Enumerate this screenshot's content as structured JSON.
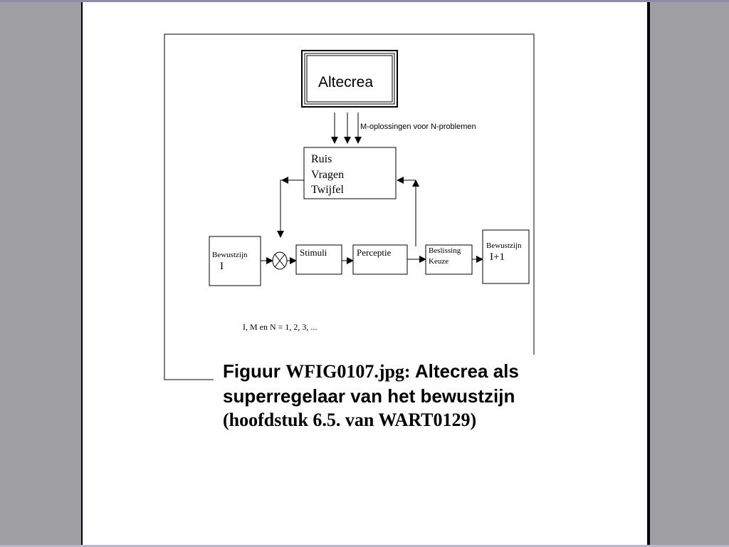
{
  "viewer": {
    "background_color": "#9f9ea3",
    "page_color": "#ffffff"
  },
  "diagram": {
    "top_box": {
      "label": "Altecrea"
    },
    "arrow_label": "M-oplossingen voor N-problemen",
    "disturbance_box": {
      "lines": [
        "Ruis",
        "Vragen",
        "Twijfel"
      ]
    },
    "start_box": {
      "title": "Bewustzijn",
      "index": "I"
    },
    "mixer": {
      "symbol": "circle-cross"
    },
    "stimuli_box": {
      "label": "Stimuli"
    },
    "perception_box": {
      "label": "Perceptie"
    },
    "decision_box": {
      "lines": [
        "Beslissing",
        "Keuze"
      ]
    },
    "end_box": {
      "title": "Bewustzijn",
      "index": "I+1"
    },
    "note": "I, M en N = 1, 2, 3, ..."
  },
  "caption": {
    "line1_prefix": "Figuur ",
    "line1_code": "WFIG0107.jpg:",
    "line1_suffix": " Altecrea als",
    "line2": "superregelaar van het bewustzijn",
    "line3": "(hoofdstuk 6.5. van WART0129)"
  }
}
